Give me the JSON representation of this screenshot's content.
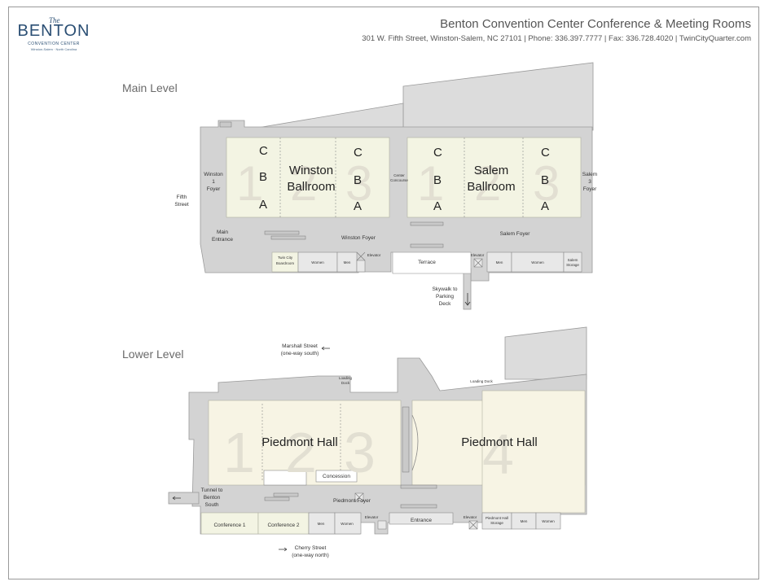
{
  "logo": {
    "the": "The",
    "name": "BENTON",
    "sub": "CONVENTION CENTER",
    "loc": "Winston-Salem · North Carolina"
  },
  "header": {
    "title": "Benton Convention Center Conference & Meeting Rooms",
    "address": "301 W. Fifth Street, Winston-Salem, NC 27101  |  Phone: 336.397.7777  |  Fax: 336.728.4020  |  TwinCityQuarter.com"
  },
  "main_level": {
    "title": "Main Level",
    "fifth_street": [
      "Fifth",
      "Street"
    ],
    "winston_foyer_side": [
      "Winston",
      "1",
      "Foyer"
    ],
    "winston_ballroom": [
      "Winston",
      "Ballroom"
    ],
    "salem_ballroom": [
      "Salem",
      "Ballroom"
    ],
    "center_concourse": [
      "Center",
      "Concourse"
    ],
    "salem_foyer_side": [
      "Salem",
      "3",
      "Foyer"
    ],
    "main_entrance": [
      "Main",
      "Entrance"
    ],
    "winston_foyer": "Winston Foyer",
    "salem_foyer": "Salem Foyer",
    "twin_city_boardroom": [
      "Twin City",
      "Boardroom"
    ],
    "women": "Women",
    "men": "Men",
    "elevator": "Elevator",
    "terrace": "Terrace",
    "salem_storage": [
      "Salem",
      "Storage"
    ],
    "skywalk": [
      "Skywalk to",
      "Parking",
      "Deck"
    ],
    "section_letters": [
      "C",
      "B",
      "A"
    ],
    "section_numbers": [
      "1",
      "2",
      "3"
    ]
  },
  "lower_level": {
    "title": "Lower Level",
    "marshall_street": [
      "Marshall Street",
      "(one-way south)"
    ],
    "loading_dock_small": [
      "Loading",
      "Dock"
    ],
    "loading_dock": "Loading Dock",
    "piedmont_hall": "Piedmont Hall",
    "section_numbers": [
      "1",
      "2",
      "3",
      "4"
    ],
    "concession": "Concession",
    "piedmont_foyer": "Piedmont Foyer",
    "tunnel": [
      "Tunnel to",
      "Benton",
      "South"
    ],
    "conference_1": "Conference 1",
    "conference_2": "Conference 2",
    "men": "Men",
    "women": "Women",
    "elevator": "Elevator",
    "entrance": "Entrance",
    "piedmont_hall_storage": [
      "Piedmont Hall",
      "Storage"
    ],
    "cherry_street": [
      "Cherry Street",
      "(one-way north)"
    ]
  },
  "colors": {
    "building": "#d4d4d4",
    "hall": "#f7f4e4",
    "ballroom": "#f3f4e3",
    "outline": "#9a9a9a",
    "brand": "#2b4f74",
    "big_number": "#e2dfd2"
  }
}
